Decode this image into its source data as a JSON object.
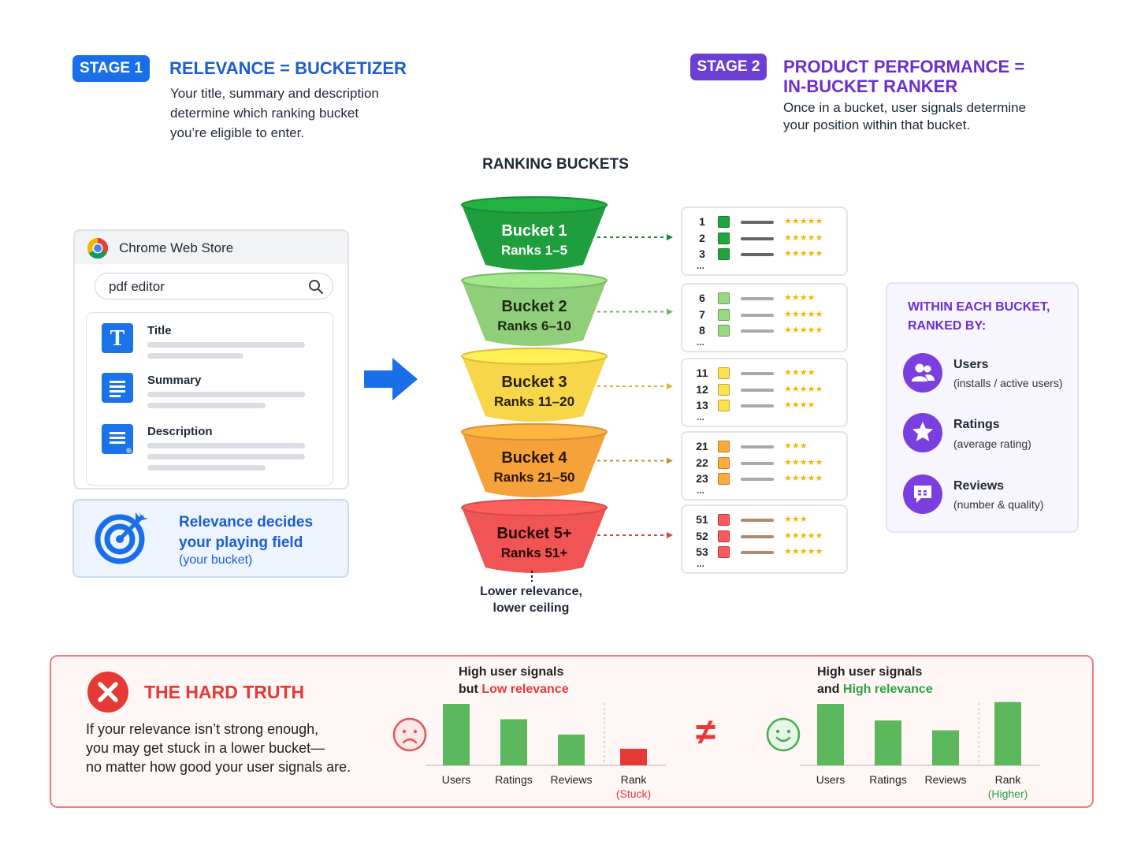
{
  "stage1": {
    "badge": "STAGE 1",
    "title": "RELEVANCE = BUCKETIZER",
    "desc": [
      "Your title, summary and description",
      "determine which ranking bucket",
      "you’re eligible to enter."
    ]
  },
  "stage2": {
    "badge": "STAGE 2",
    "title": [
      "PRODUCT PERFORMANCE =",
      "IN-BUCKET RANKER"
    ],
    "desc": [
      "Once in a bucket, user signals determine",
      "your position within that bucket."
    ]
  },
  "store": {
    "title": "Chrome Web Store",
    "search_value": "pdf editor",
    "fields": [
      "Title",
      "Summary",
      "Description"
    ]
  },
  "relevance_card": {
    "line1": "Relevance decides",
    "line2": "your playing field",
    "line3": "(your bucket)"
  },
  "buckets_title": "RANKING BUCKETS",
  "buckets": [
    {
      "name": "Bucket 1",
      "ranks": "Ranks 1–5",
      "color": "#1e9e3c",
      "text_color": "#ffffff"
    },
    {
      "name": "Bucket 2",
      "ranks": "Ranks 6–10",
      "color": "#8fcf7a",
      "text_color": "#1f2a16"
    },
    {
      "name": "Bucket 3",
      "ranks": "Ranks 11–20",
      "color": "#f8d64a",
      "text_color": "#2a2108"
    },
    {
      "name": "Bucket 4",
      "ranks": "Ranks 21–50",
      "color": "#f6a23a",
      "text_color": "#2a1606"
    },
    {
      "name": "Bucket 5+",
      "ranks": "Ranks 51+",
      "color": "#f05454",
      "text_color": "#2a0808"
    }
  ],
  "bucket_note": [
    "Lower relevance,",
    "lower ceiling"
  ],
  "rank_lists": [
    {
      "rows": [
        {
          "n": "1",
          "stars": "★★★★★"
        },
        {
          "n": "2",
          "stars": "★★★★★"
        },
        {
          "n": "3",
          "stars": "★★★★★"
        }
      ],
      "more": "..."
    },
    {
      "rows": [
        {
          "n": "6",
          "stars": "★★★★"
        },
        {
          "n": "7",
          "stars": "★★★★★"
        },
        {
          "n": "8",
          "stars": "★★★★★"
        }
      ],
      "more": "..."
    },
    {
      "rows": [
        {
          "n": "11",
          "stars": "★★★★"
        },
        {
          "n": "12",
          "stars": "★★★★★"
        },
        {
          "n": "13",
          "stars": "★★★★"
        }
      ],
      "more": "..."
    },
    {
      "rows": [
        {
          "n": "21",
          "stars": "★★★"
        },
        {
          "n": "22",
          "stars": "★★★★★"
        },
        {
          "n": "23",
          "stars": "★★★★★"
        }
      ],
      "more": "..."
    },
    {
      "rows": [
        {
          "n": "51",
          "stars": "★★★"
        },
        {
          "n": "52",
          "stars": "★★★★★"
        },
        {
          "n": "53",
          "stars": "★★★★★"
        }
      ],
      "more": "..."
    }
  ],
  "within": {
    "title": [
      "WITHIN EACH BUCKET,",
      "RANKED BY:"
    ],
    "items": [
      {
        "name": "Users",
        "sub": "(installs / active users)",
        "icon": "users-icon"
      },
      {
        "name": "Ratings",
        "sub": "(average rating)",
        "icon": "star-icon"
      },
      {
        "name": "Reviews",
        "sub": "(number & quality)",
        "icon": "chat-icon"
      }
    ]
  },
  "truth": {
    "title": "THE HARD TRUTH",
    "text": [
      "If your relevance isn’t strong enough,",
      "you may get stuck in a lower bucket—",
      "no matter how good your user signals are."
    ],
    "not_equal": "≠"
  },
  "chart_data": [
    {
      "type": "bar",
      "title_line1": "High user signals",
      "title_line2_prefix": "but ",
      "title_line2_highlight": "Low relevance",
      "categories": [
        "Users",
        "Ratings",
        "Reviews",
        "Rank"
      ],
      "category_notes": [
        "",
        "",
        "",
        "(Stuck)"
      ],
      "values": [
        1.0,
        0.75,
        0.5,
        0.27
      ],
      "colors": [
        "#5cb85c",
        "#5cb85c",
        "#5cb85c",
        "#e53935"
      ]
    },
    {
      "type": "bar",
      "title_line1": "High user signals",
      "title_line2_prefix": "and ",
      "title_line2_highlight": "High relevance",
      "categories": [
        "Users",
        "Ratings",
        "Reviews",
        "Rank"
      ],
      "category_notes": [
        "",
        "",
        "",
        "(Higher)"
      ],
      "values": [
        1.0,
        0.73,
        0.57,
        1.03
      ],
      "colors": [
        "#5cb85c",
        "#5cb85c",
        "#5cb85c",
        "#5cb85c"
      ]
    }
  ]
}
